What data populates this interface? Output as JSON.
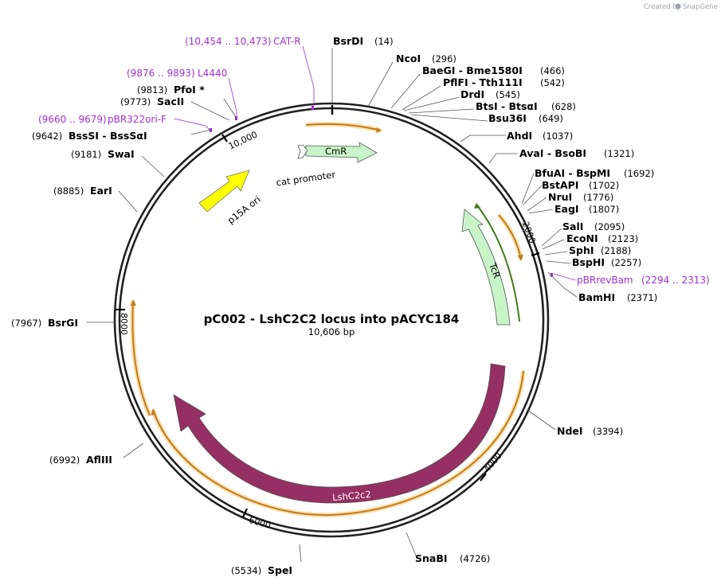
{
  "credit": {
    "text": "Created by",
    "brand": "SnapGene"
  },
  "title": "pC002 - LshC2C2 locus into pACYC184",
  "size_label": "10,606 bp",
  "tick_labels": [
    "10,000",
    "2000",
    "4000",
    "6000",
    "8000"
  ],
  "features": [
    {
      "name": "CmR",
      "color": "#c8f5c8"
    },
    {
      "name": "cat promoter",
      "color": "#ffffff"
    },
    {
      "name": "p15A ori",
      "color": "#ffff00"
    },
    {
      "name": "TcR",
      "color": "#c8f5c8"
    },
    {
      "name": "LshC2c2",
      "color": "#962f63"
    }
  ],
  "primers": [
    {
      "name": "CAT-R",
      "range": "(10,454 .. 10,473)"
    },
    {
      "name": "L4440",
      "range": "(9876 .. 9893)"
    },
    {
      "name": "pBR322ori-F",
      "range": "(9660 .. 9679)"
    },
    {
      "name": "pBRrevBam",
      "range": "(2294 .. 2313)"
    }
  ],
  "sites_right": [
    {
      "pos": "(14)",
      "name": "BsrDI"
    },
    {
      "pos": "(296)",
      "name": "NcoI"
    },
    {
      "pos": "(466)",
      "name": "BaeGI  - Bme1580I"
    },
    {
      "pos": "(542)",
      "name": "PflFI  - Tth111I"
    },
    {
      "pos": "(545)",
      "name": "DrdI"
    },
    {
      "pos": "(628)",
      "name": "BtsI  - BtsαI"
    },
    {
      "pos": "(649)",
      "name": "Bsu36I"
    },
    {
      "pos": "(1037)",
      "name": "AhdI"
    },
    {
      "pos": "(1321)",
      "name": "AvaI  - BsoBI"
    },
    {
      "pos": "(1692)",
      "name": "BfuAI  - BspMI"
    },
    {
      "pos": "(1702)",
      "name": "BstAPI"
    },
    {
      "pos": "(1776)",
      "name": "NruI"
    },
    {
      "pos": "(1807)",
      "name": "EagI"
    },
    {
      "pos": "(2095)",
      "name": "SalI"
    },
    {
      "pos": "(2123)",
      "name": "EcoNI"
    },
    {
      "pos": "(2188)",
      "name": "SphI"
    },
    {
      "pos": "(2257)",
      "name": "BspHI"
    },
    {
      "pos": "(2371)",
      "name": "BamHI"
    },
    {
      "pos": "(3394)",
      "name": "NdeI"
    },
    {
      "pos": "(4726)",
      "name": "SnaBI"
    }
  ],
  "sites_left": [
    {
      "pos": "(9813)",
      "name": "PfoI *"
    },
    {
      "pos": "(9773)",
      "name": "SacII"
    },
    {
      "pos": "(9642)",
      "name": "BssSI  - BssSαI"
    },
    {
      "pos": "(9181)",
      "name": "SwaI"
    },
    {
      "pos": "(8885)",
      "name": "EarI"
    },
    {
      "pos": "(7967)",
      "name": "BsrGI"
    },
    {
      "pos": "(6992)",
      "name": "AflIII"
    },
    {
      "pos": "(5534)",
      "name": "SpeI"
    }
  ]
}
